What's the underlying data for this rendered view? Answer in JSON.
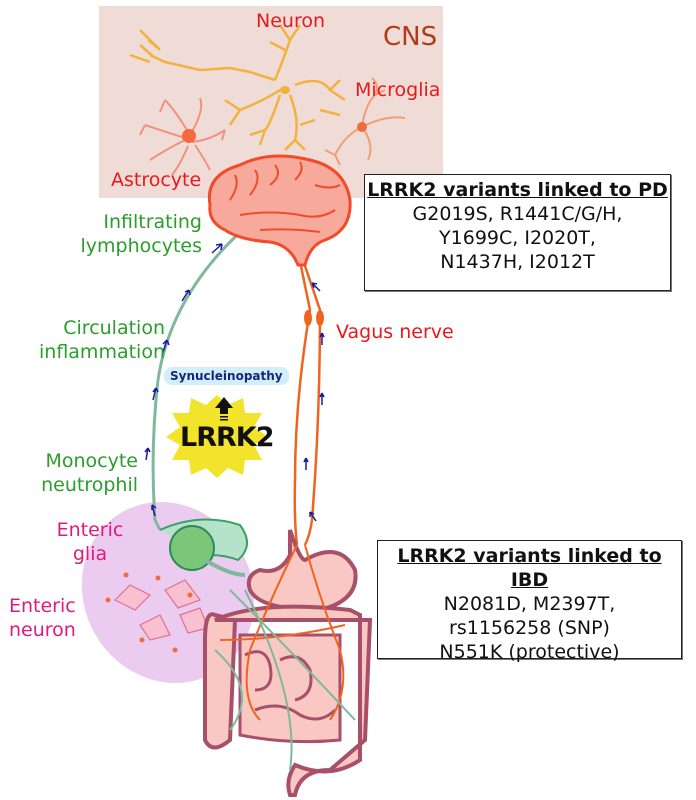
{
  "cns": {
    "title": "CNS",
    "cells": [
      "Neuron",
      "Microglia",
      "Astrocyte"
    ]
  },
  "pd_box": {
    "title": "LRRK2 variants linked to PD",
    "lines": [
      "G2019S, R1441C/G/H,",
      "Y1699C, I2020T,",
      "N1437H, I2012T"
    ]
  },
  "ibd_box": {
    "title": "LRRK2 variants linked to IBD",
    "lines": [
      "N2081D, M2397T,",
      "rs1156258 (SNP)",
      "N551K (protective)"
    ]
  },
  "immune_path": {
    "labels": [
      [
        "Infiltrating",
        "lymphocytes"
      ],
      [
        "Circulation",
        "inflammation"
      ],
      [
        "Monocyte",
        "neutrophil"
      ]
    ]
  },
  "vagus": {
    "label": "Vagus nerve"
  },
  "center": {
    "badge": "Synucleinopathy",
    "burst_label": "LRRK2",
    "arrow_icon": "up-arrow-icon"
  },
  "enteric": {
    "labels": [
      [
        "Enteric",
        "glia"
      ],
      [
        "Enteric",
        "neuron"
      ]
    ]
  },
  "colors": {
    "cns_bg": "#efdcd6",
    "neuron": "#f3b13e",
    "brain_fill": "#f7a99c",
    "brain_stroke": "#f24b2c",
    "nerve": "#f06420",
    "immune_line": "#7fb89a",
    "arrow": "#1a1aa0",
    "gut_fill": "#f9c8c2",
    "gut_stroke": "#a8506a",
    "enteric_bg": "#eccbf0",
    "burst": "#f1e42a"
  }
}
